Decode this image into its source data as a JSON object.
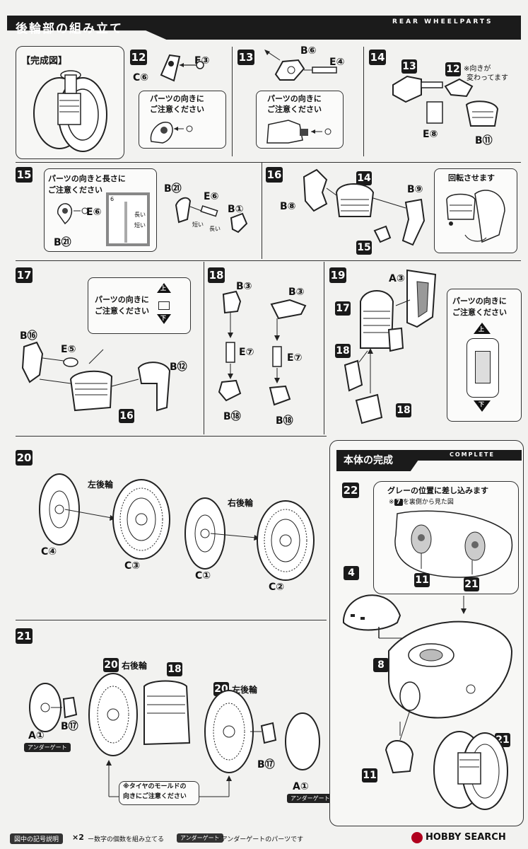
{
  "header": {
    "title": "後輪部の組み立て",
    "subtitle": "REAR WHEELPARTS"
  },
  "complete_header": {
    "title": "本体の完成",
    "subtitle": "COMPLETE"
  },
  "kansei": {
    "label": "【完成図】"
  },
  "steps": {
    "s12": {
      "num": "12",
      "p1": "C⑥",
      "p2": "E③",
      "note": [
        "パーツの向きに",
        "ご注意ください"
      ]
    },
    "s13": {
      "num": "13",
      "p1": "B⑥",
      "p2": "E④",
      "note": [
        "パーツの向きに",
        "ご注意ください"
      ]
    },
    "s14": {
      "num": "14",
      "ref13": "13",
      "ref12": "12",
      "note": [
        "※向きが",
        "変わってます"
      ],
      "p1": "E⑧",
      "p2": "B⑪"
    },
    "s15": {
      "num": "15",
      "note": [
        "パーツの向きと長さに",
        "ご注意ください"
      ],
      "p_b21a": "B㉑",
      "p_e6a": "E⑥",
      "p_b21b": "B㉑",
      "p_e6b": "E⑥",
      "p_b1": "B①",
      "long": "長い",
      "short": "短い",
      "frame_num": "6"
    },
    "s16": {
      "num": "16",
      "ref14": "14",
      "ref15": "15",
      "p_b8": "B⑧",
      "p_b9": "B⑨",
      "note": "回転させます"
    },
    "s17": {
      "num": "17",
      "note": [
        "パーツの向きに",
        "ご注意ください"
      ],
      "up": "上",
      "down": "下",
      "p_b16": "B⑯",
      "p_e5": "E⑤",
      "p_b12": "B⑫",
      "ref16": "16"
    },
    "s18": {
      "num": "18",
      "p_b3a": "B③",
      "p_b3b": "B③",
      "p_e7a": "E⑦",
      "p_e7b": "E⑦",
      "p_b18a": "B⑱",
      "p_b18b": "B⑱"
    },
    "s19": {
      "num": "19",
      "p_a3": "A③",
      "ref17": "17",
      "ref18a": "18",
      "ref18b": "18",
      "note": [
        "パーツの向きに",
        "ご注意ください"
      ],
      "up": "上",
      "down": "下"
    },
    "s20": {
      "num": "20",
      "left_label": "左後輪",
      "right_label": "右後輪",
      "p_c4": "C④",
      "p_c3": "C③",
      "p_c1": "C①",
      "p_c2": "C②"
    },
    "s21": {
      "num": "21",
      "ref20a": "20",
      "right_label": "右後輪",
      "ref18": "18",
      "ref20b": "20",
      "left_label": "左後輪",
      "p_a1a": "A①",
      "p_b17a": "B⑰",
      "p_b17b": "B⑰",
      "p_a1b": "A①",
      "under_gate": "アンダーゲート",
      "note": [
        "※タイヤのモールドの",
        "向きにご注意ください"
      ]
    },
    "s22": {
      "num": "22",
      "note": "グレーの位置に差し込みます",
      "subnote_pre": "※",
      "subnote_num": "7",
      "subnote_post": "を裏側から見た図",
      "ref11a": "11",
      "ref21a": "21",
      "ref4": "4",
      "ref8": "8",
      "ref11b": "11",
      "ref21b": "21"
    }
  },
  "footer": {
    "legend_label": "図中の記号説明",
    "multiplier": "×2",
    "multiplier_desc": "ー数字の個数を組み立てる",
    "under_gate": "アンダーゲート",
    "under_gate_desc": "ーアンダーゲートのパーツです",
    "watermark": "HOBBY SEARCH"
  }
}
